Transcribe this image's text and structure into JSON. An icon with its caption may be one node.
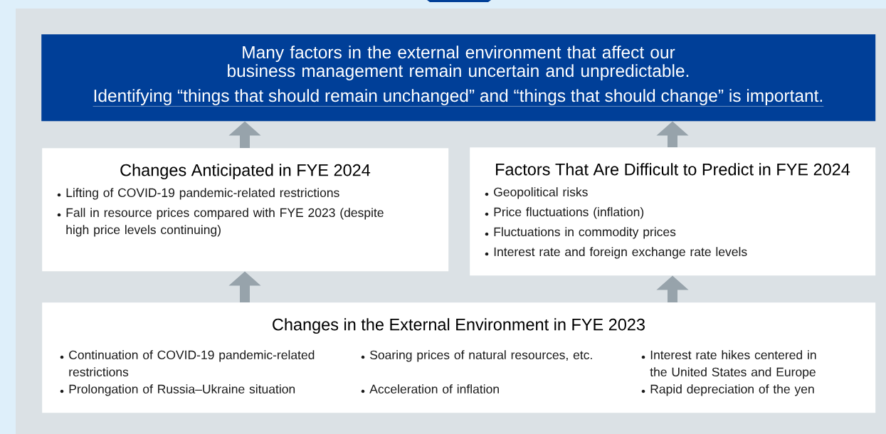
{
  "diagram": {
    "nodes": [
      {
        "text": [
          "Many factors in the external environment that affect our business management remain uncertain and unpredictable.",
          "Identifying “things that should remain unchanged” and “things that should change” is important."
        ]
      },
      {
        "text": [
          "Changes Anticipated in FYE 2024",
          "Lifting of COVID-19 pandemic-related restrictions",
          "Fall in resource prices compared with FYE 2023 (despite high price levels continuing)"
        ]
      },
      {
        "text": [
          "Factors That Are Difficult to Predict in FYE 2024",
          "Geopolitical risks",
          "Price fluctuations (inflation)",
          "Fluctuations in commodity prices",
          "Interest rate and foreign exchange rate levels"
        ]
      },
      {
        "text": [
          "Changes in the External Environment in FYE 2023",
          "Continuation of COVID-19 pandemic-related restrictions",
          "Soaring prices of natural resources, etc.",
          "Interest rate hikes centered in the United States and Europe",
          "Prolongation of Russia–Ukraine situation",
          "Acceleration of inflation",
          "Rapid depreciation of the yen"
        ]
      }
    ],
    "edges": [
      {
        "from": 1,
        "to": 0,
        "arrow": "to"
      },
      {
        "from": 2,
        "to": 0,
        "arrow": "to"
      },
      {
        "from": 3,
        "to": 1,
        "arrow": "to"
      },
      {
        "from": 3,
        "to": 2,
        "arrow": "to"
      }
    ]
  }
}
